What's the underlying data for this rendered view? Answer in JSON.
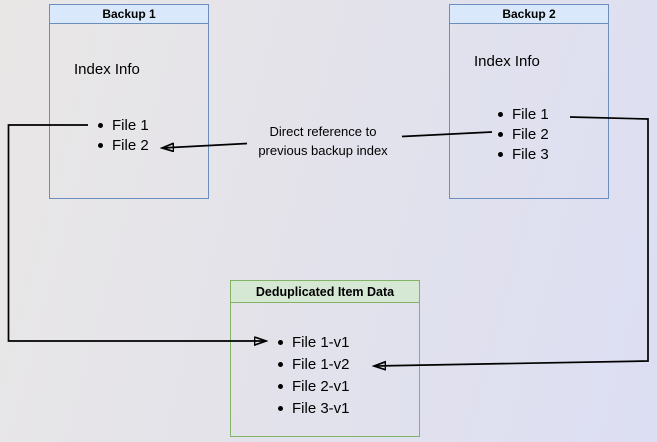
{
  "diagram": {
    "backup1": {
      "title": "Backup 1",
      "info_label": "Index Info",
      "files": [
        "File 1",
        "File 2"
      ]
    },
    "backup2": {
      "title": "Backup 2",
      "info_label": "Index Info",
      "files": [
        "File 1",
        "File 2",
        "File 3"
      ]
    },
    "dedup": {
      "title": "Deduplicated Item Data",
      "files": [
        "File 1-v1",
        "File 1-v2",
        "File 2-v1",
        "File 3-v1"
      ]
    },
    "annotation": {
      "line1": "Direct reference to",
      "line2": "previous backup index"
    },
    "colors": {
      "blue_border": "#6c8ebf",
      "blue_header_bg": "#dae8fc",
      "green_border": "#82b366",
      "green_header_bg": "#d5e8d4",
      "connector_line": "#000000",
      "text": "#000000"
    }
  }
}
